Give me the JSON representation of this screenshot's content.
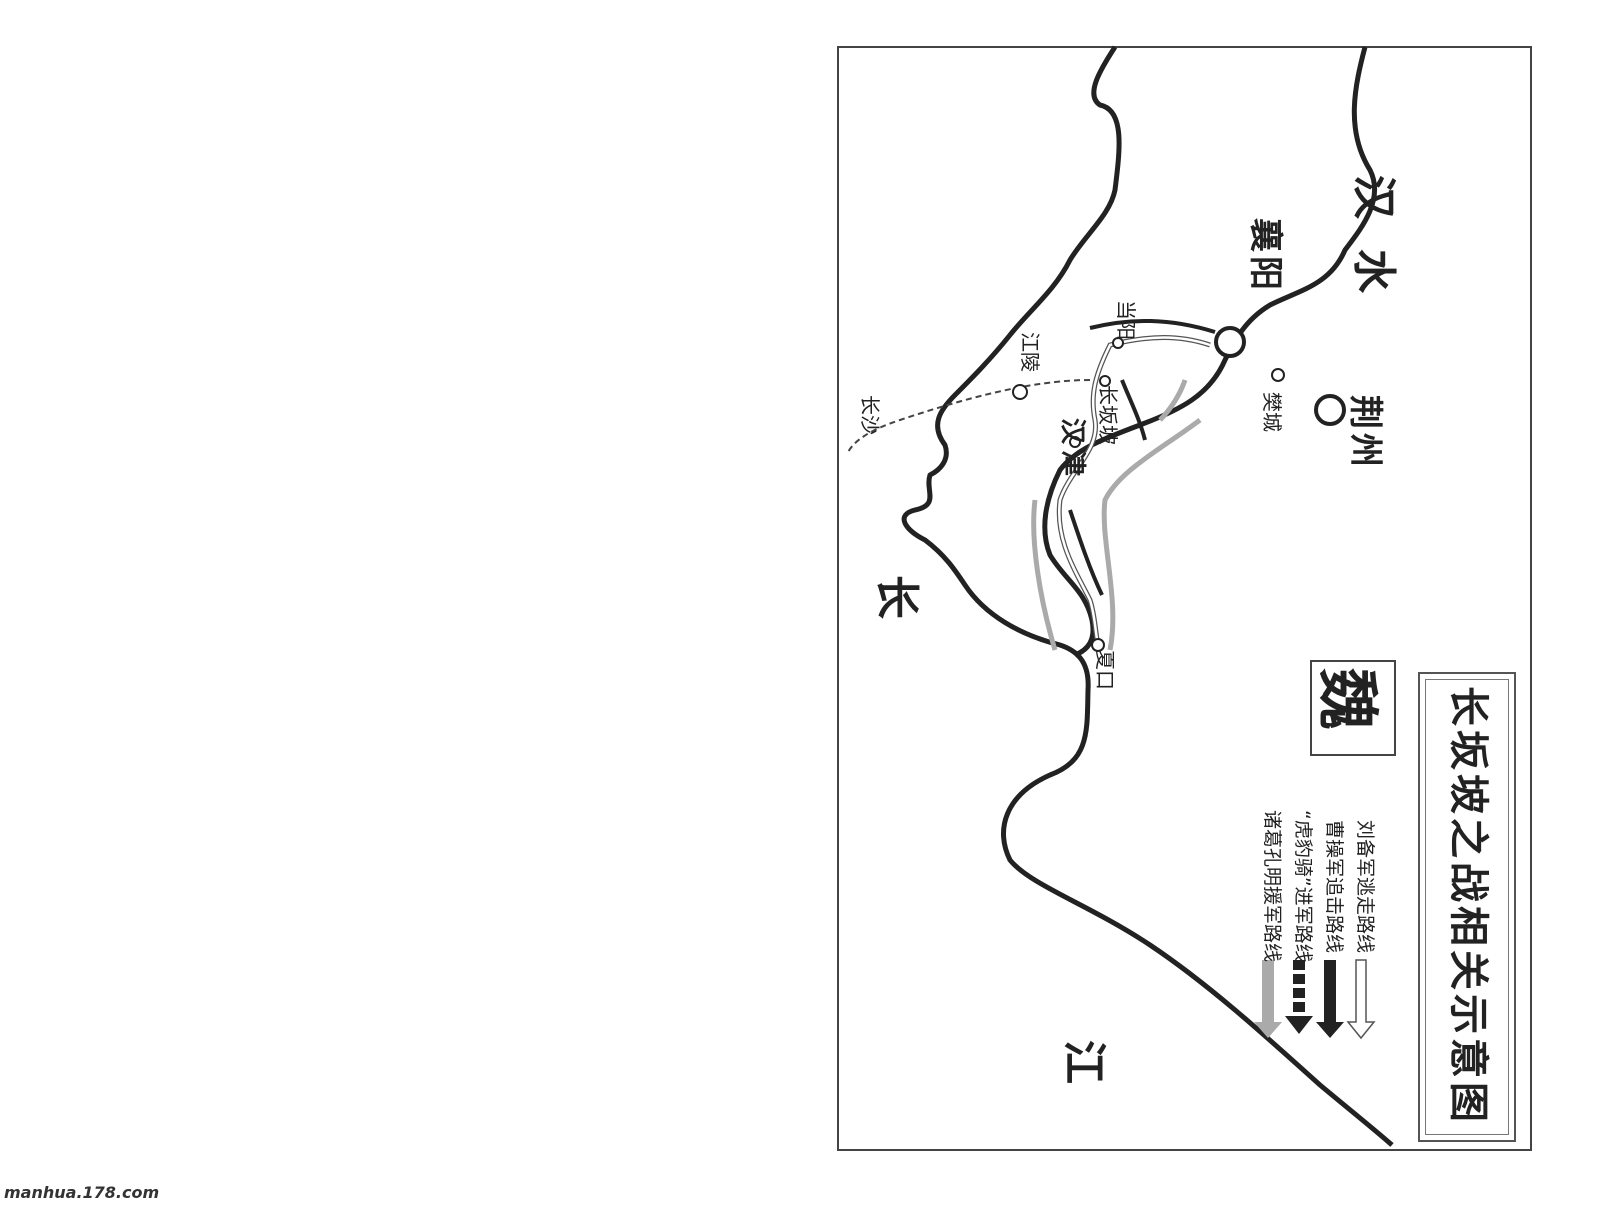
{
  "map": {
    "title": "长坂坡之战相关示意图",
    "region_label": "魏",
    "rivers": {
      "han_river": "汉水",
      "yangtze_top": "长",
      "yangtze_bottom": "江"
    },
    "places": {
      "xiangyang": "襄阳",
      "jingzhou": "荆州",
      "fancheng": "樊城",
      "dangyang": "当阳",
      "jiangling": "江陵",
      "changbanpo": "长坂坡",
      "hanjin": "汉津",
      "xiakou": "夏口",
      "changsha": "长沙"
    },
    "legend": [
      {
        "label": "刘备军逃走路线",
        "style": "hollow-arrow"
      },
      {
        "label": "曹操军追击路线",
        "style": "solid-black-arrow"
      },
      {
        "label": "“虎豹骑”进军路线",
        "style": "dashed-black-arrow"
      },
      {
        "label": "诸葛孔明援军路线",
        "style": "gray-arrow"
      }
    ]
  },
  "watermark": "manhua.178.com"
}
